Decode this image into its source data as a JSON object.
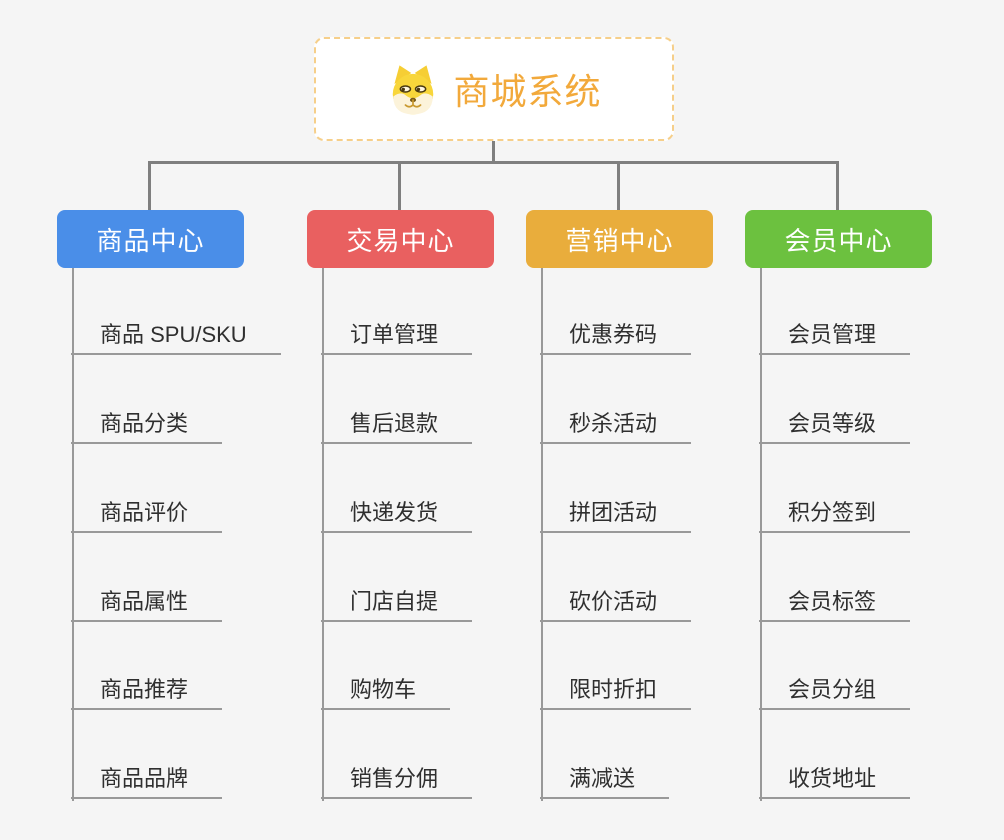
{
  "root": {
    "title": "商城系统",
    "icon": "shiba-dog-icon"
  },
  "colors": {
    "background": "#f5f5f5",
    "connector": "#7f7f7f",
    "branch_line": "#999999",
    "root_border": "#f6cf8a",
    "root_title": "#f2a93b",
    "leaf_text": "#2f2f2f",
    "branch_product": "#4a8ee8",
    "branch_trade": "#e96060",
    "branch_marketing": "#e9ad3c",
    "branch_member": "#6cc13f"
  },
  "branches": [
    {
      "label": "商品中心",
      "color": "#4a8ee8",
      "items": [
        "商品 SPU/SKU",
        "商品分类",
        "商品评价",
        "商品属性",
        "商品推荐",
        "商品品牌"
      ]
    },
    {
      "label": "交易中心",
      "color": "#e96060",
      "items": [
        "订单管理",
        "售后退款",
        "快递发货",
        "门店自提",
        "购物车",
        "销售分佣"
      ]
    },
    {
      "label": "营销中心",
      "color": "#e9ad3c",
      "items": [
        "优惠券码",
        "秒杀活动",
        "拼团活动",
        "砍价活动",
        "限时折扣",
        "满减送"
      ]
    },
    {
      "label": "会员中心",
      "color": "#6cc13f",
      "items": [
        "会员管理",
        "会员等级",
        "积分签到",
        "会员标签",
        "会员分组",
        "收货地址"
      ]
    }
  ]
}
